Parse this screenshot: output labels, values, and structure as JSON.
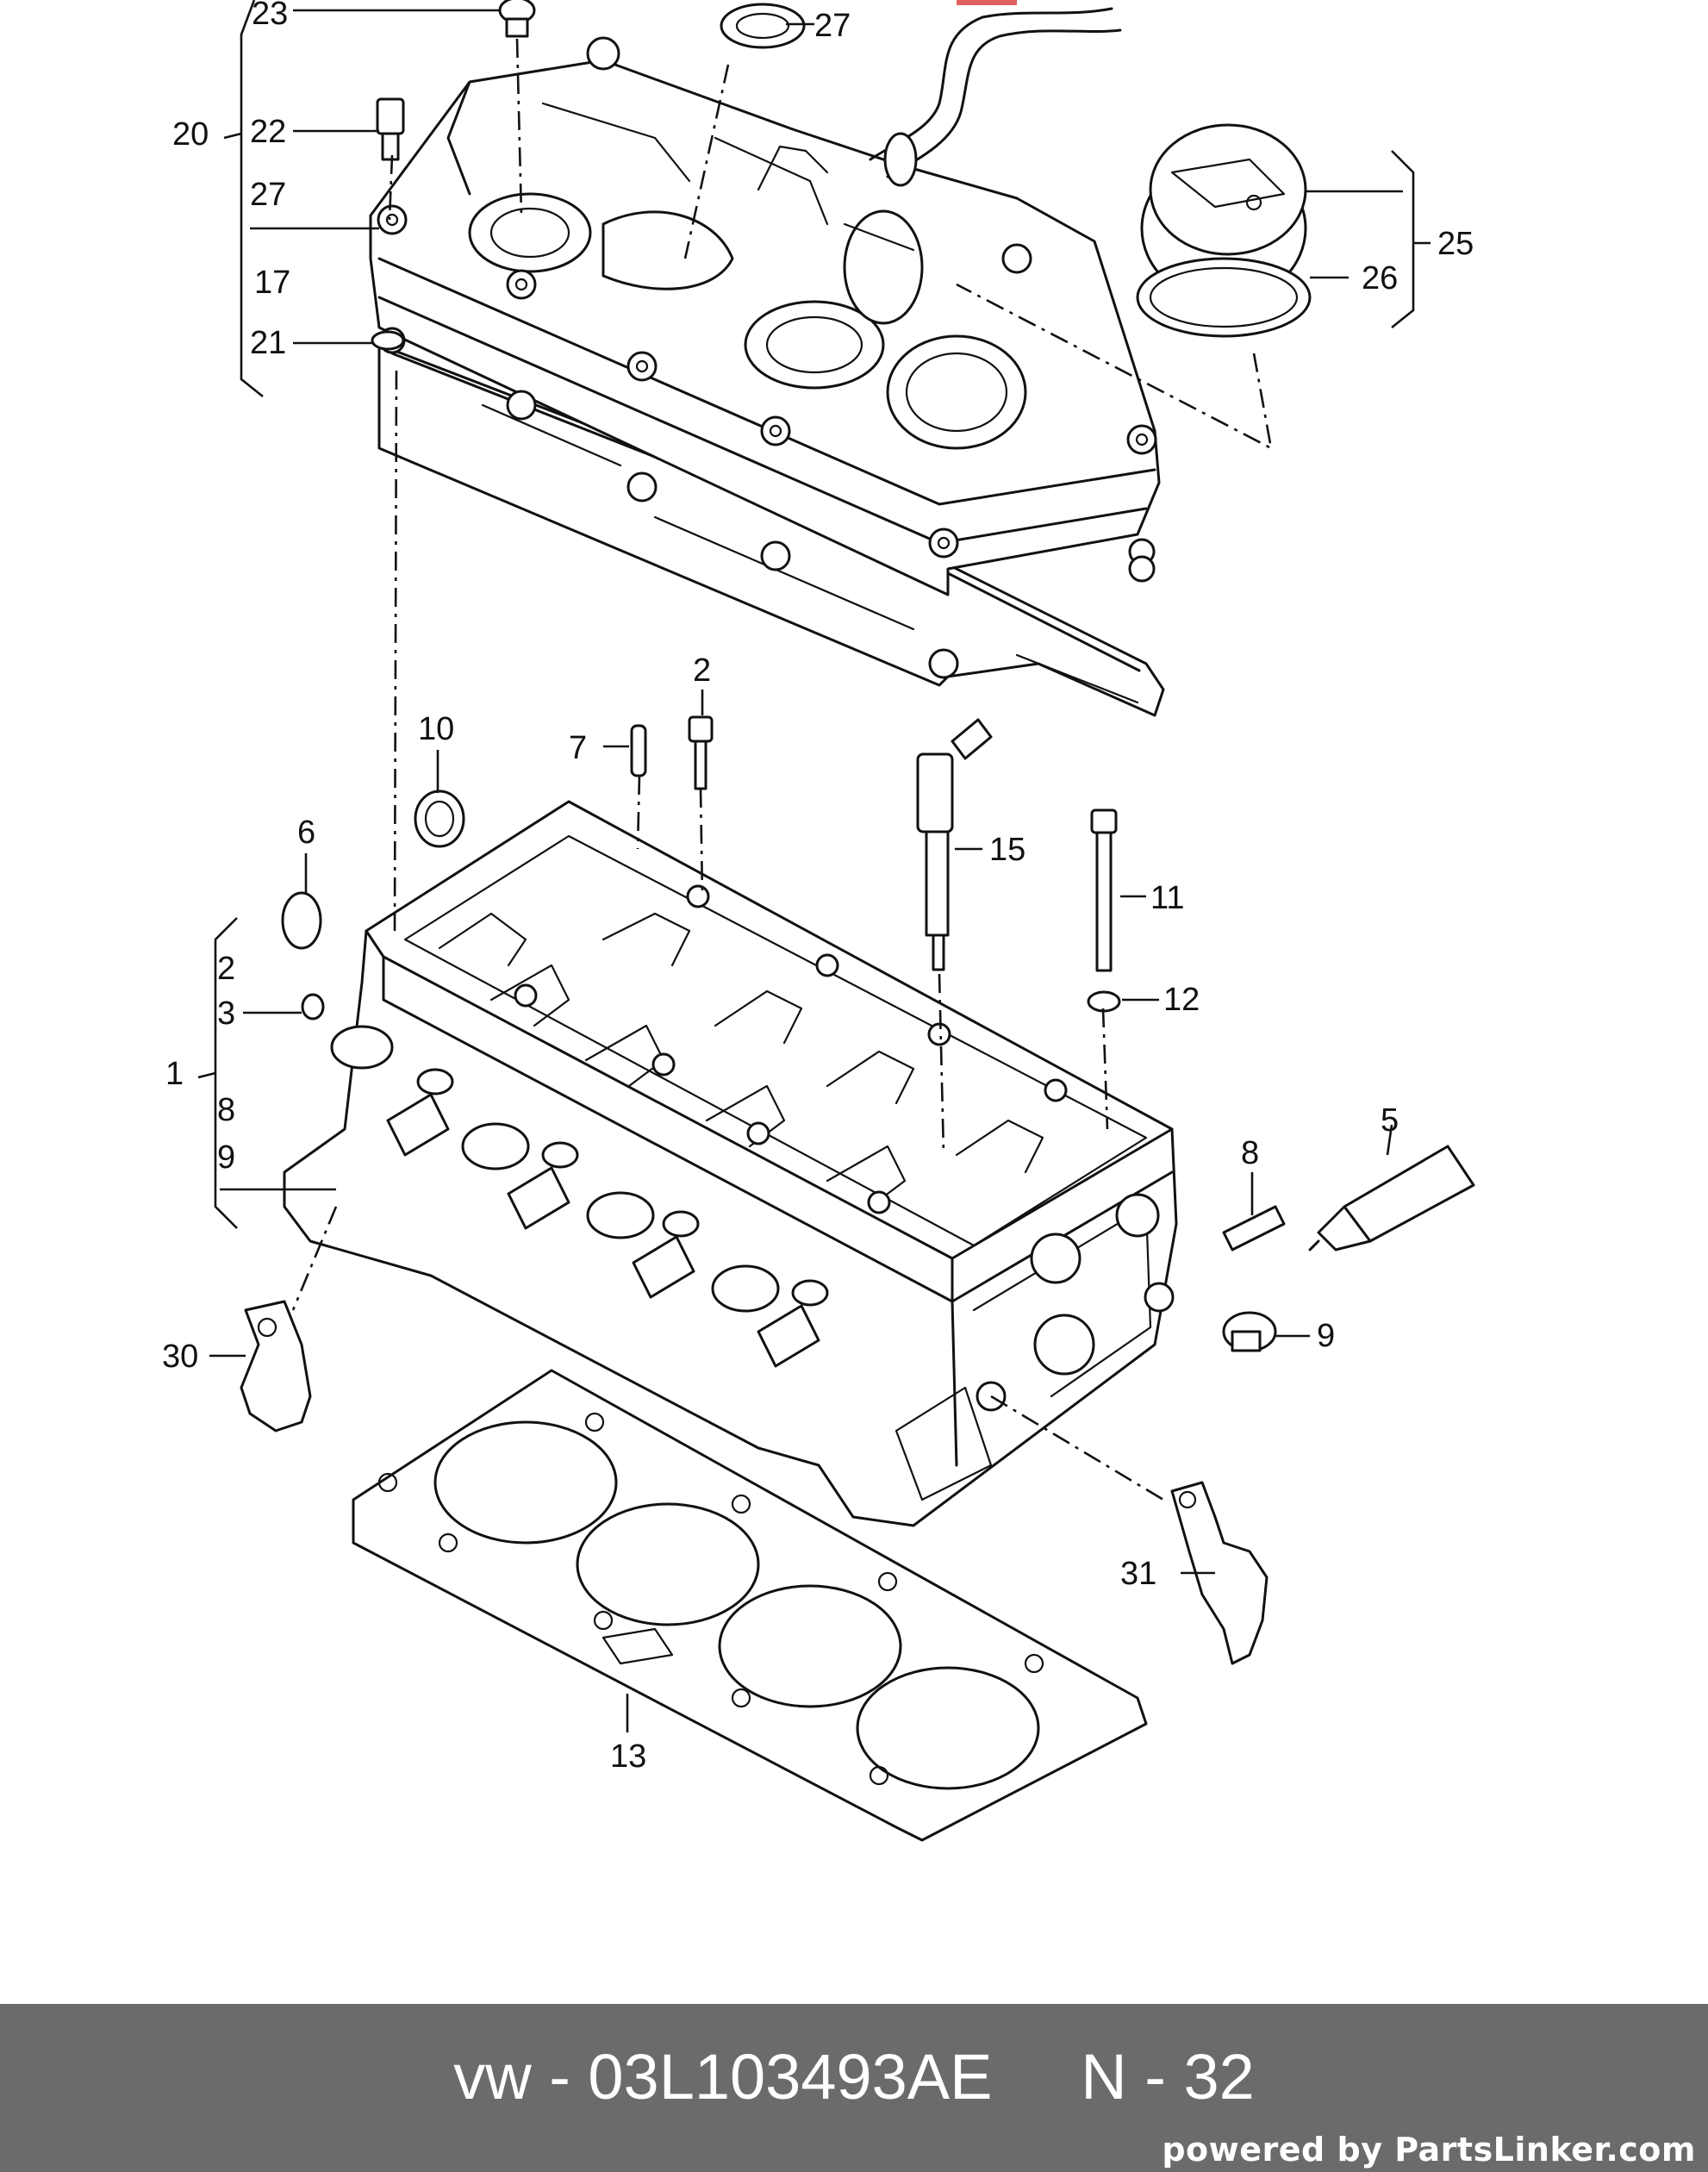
{
  "diagram": {
    "labels": [
      "23",
      "27",
      "20",
      "22",
      "27",
      "17",
      "21",
      "25",
      "26",
      "10",
      "7",
      "2",
      "15",
      "6",
      "11",
      "12",
      "2",
      "3",
      "1",
      "8",
      "9",
      "5",
      "8",
      "9",
      "30",
      "31",
      "13"
    ]
  },
  "footer": {
    "title": "vw - 03L103493AE     N - 32",
    "powered_by": "powered by PartsLinker.com"
  },
  "colors": {
    "footer_background": "#6b6b6b",
    "footer_text": "#ffffff",
    "line": "#111111",
    "highlight": "#e06060"
  }
}
